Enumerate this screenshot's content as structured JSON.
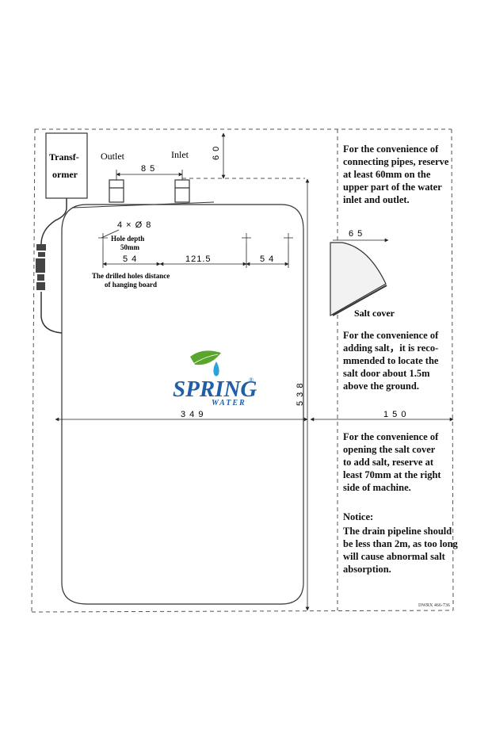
{
  "diagram": {
    "transformer_label_1": "Transf-",
    "transformer_label_2": "ormer",
    "outlet_label": "Outlet",
    "inlet_label": "Inlet",
    "dim_85": "8 5",
    "dim_60": "6 0",
    "holes_label": "4 × Ø 8",
    "hole_depth_1": "Hole depth",
    "hole_depth_2": "50mm",
    "dim_54_left": "5 4",
    "dim_121_5": "121.5",
    "dim_54_right": "5 4",
    "drilled_note_1": "The drilled holes distance",
    "drilled_note_2": "of hanging board",
    "dim_65": "6 5",
    "salt_cover_label": "Salt cover",
    "dim_349": "3 4 9",
    "dim_538": "5 3 8",
    "dim_150": "1 5 0",
    "brand_main": "SPRING",
    "brand_sub": "WATER",
    "brand_mark": "®",
    "doc_code": "DWRX 466-736"
  },
  "notes": {
    "pipes": [
      "For the convenience of",
      "connecting pipes, reserve",
      "at least 60mm on the",
      "upper part of the water",
      "inlet and outlet."
    ],
    "salt_door": [
      "For the convenience of",
      "adding salt，it is reco-",
      "mmended to locate the",
      "salt door about 1.5m",
      "above the ground."
    ],
    "salt_cover": [
      "For the convenience of",
      "opening the salt cover",
      "to add salt, reserve at",
      "least 70mm at the right",
      "side of machine."
    ],
    "notice_title": "Notice:",
    "notice": [
      "The drain pipeline should",
      "be less than 2m, as too long",
      "will cause abnormal salt",
      "absorption."
    ]
  },
  "colors": {
    "brand_blue": "#1f5fa8",
    "leaf_green": "#5aa52c",
    "drop_blue": "#29a3d9",
    "line": "#222222"
  }
}
